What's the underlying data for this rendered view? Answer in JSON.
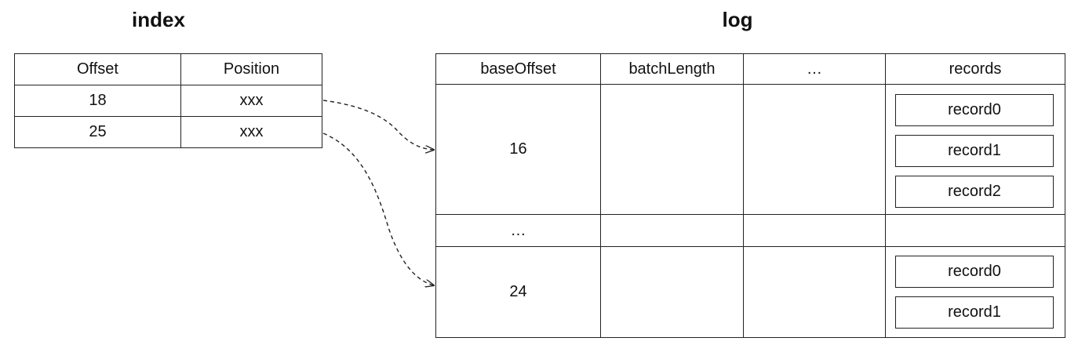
{
  "index": {
    "title": "index",
    "headers": [
      "Offset",
      "Position"
    ],
    "rows": [
      {
        "offset": "18",
        "position": "xxx"
      },
      {
        "offset": "25",
        "position": "xxx"
      }
    ]
  },
  "log": {
    "title": "log",
    "headers": [
      "baseOffset",
      "batchLength",
      "…",
      "records"
    ],
    "batches": [
      {
        "baseOffset": "16",
        "records": [
          "record0",
          "record1",
          "record2"
        ]
      },
      {
        "baseOffset": "…",
        "records": []
      },
      {
        "baseOffset": "24",
        "records": [
          "record0",
          "record1"
        ]
      }
    ]
  }
}
